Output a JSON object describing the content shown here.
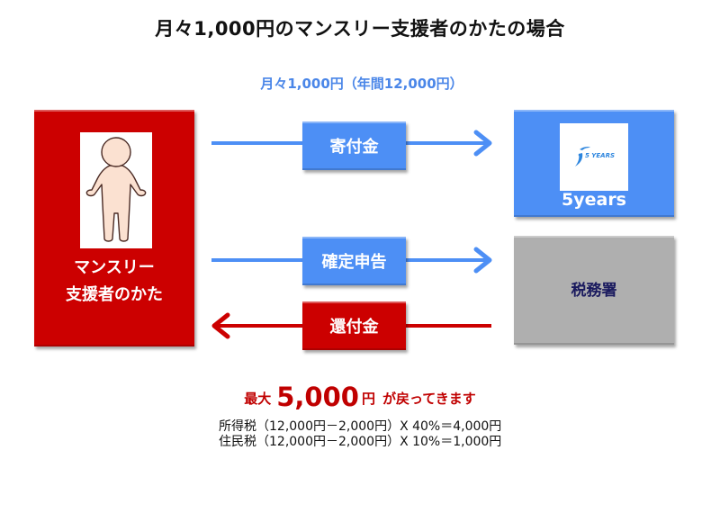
{
  "title": "月々1,000円のマンスリー支援者のかたの場合",
  "subtitle": "月々1,000円（年間12,000円）",
  "colors": {
    "red": "#cc0000",
    "blue": "#4d8ff5",
    "gray": "#afafaf",
    "subtitle_blue": "#4a86e8",
    "navy_text": "#1a1a5e"
  },
  "supporter": {
    "line1": "マンスリー",
    "line2": "支援者のかた",
    "icon": "person-icon"
  },
  "organization": {
    "label": "5years",
    "logo_text": "5 YEARS"
  },
  "tax_office": {
    "label": "税務署"
  },
  "flows": [
    {
      "label": "寄付金",
      "direction": "right",
      "color": "blue"
    },
    {
      "label": "確定申告",
      "direction": "right",
      "color": "blue"
    },
    {
      "label": "還付金",
      "direction": "left",
      "color": "red"
    }
  ],
  "result": {
    "prefix": "最大",
    "amount": "5,000",
    "unit": "円",
    "suffix": "が戻ってきます"
  },
  "calculations": [
    "所得税（12,000円－2,000円）X 40%＝4,000円",
    "住民税（12,000円－2,000円）X 10%＝1,000円"
  ]
}
